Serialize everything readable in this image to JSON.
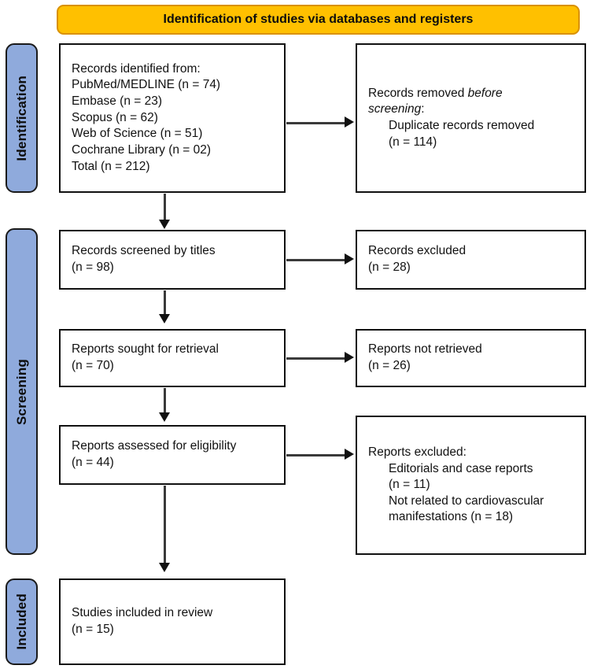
{
  "banner": {
    "title": "Identification of studies via databases and registers",
    "fill": "#FFC000",
    "border": "#D99100"
  },
  "phases": [
    {
      "id": "identification",
      "label": "Identification",
      "fill": "#8FAADC"
    },
    {
      "id": "screening",
      "label": "Screening",
      "fill": "#8FAADC"
    },
    {
      "id": "included",
      "label": "Included",
      "fill": "#8FAADC"
    }
  ],
  "nodes": {
    "records_identified": {
      "line1": "Records identified from:",
      "line2": "PubMed/MEDLINE (n = 74)",
      "line3": "Embase (n = 23)",
      "line4": "Scopus (n = 62)",
      "line5": "Web of Science (n = 51)",
      "line6": "Cochrane Library (n = 02)",
      "line7": "Total (n = 212)"
    },
    "records_removed": {
      "line1": "Records removed ",
      "line1_italic": "before",
      "line2_italic": "screening",
      "line2_tail": ":",
      "line3": "Duplicate records removed",
      "line4": "(n = 114)"
    },
    "records_screened": {
      "line1": "Records screened by titles",
      "line2": "(n = 98)"
    },
    "records_excluded": {
      "line1": "Records excluded",
      "line2": "(n = 28)"
    },
    "reports_sought": {
      "line1": "Reports sought for retrieval",
      "line2": "(n = 70)"
    },
    "reports_not_retrieved": {
      "line1": "Reports not retrieved",
      "line2": "(n = 26)"
    },
    "reports_assessed": {
      "line1": "Reports assessed for eligibility",
      "line2": "(n = 44)"
    },
    "reports_excluded": {
      "line1": "Reports excluded:",
      "line2": "Editorials and case reports",
      "line3": "(n = 11)",
      "line4": "Not related to cardiovascular",
      "line5": "manifestations (n = 18)"
    },
    "studies_included": {
      "line1": "Studies included in review",
      "line2": "(n = 15)"
    }
  }
}
